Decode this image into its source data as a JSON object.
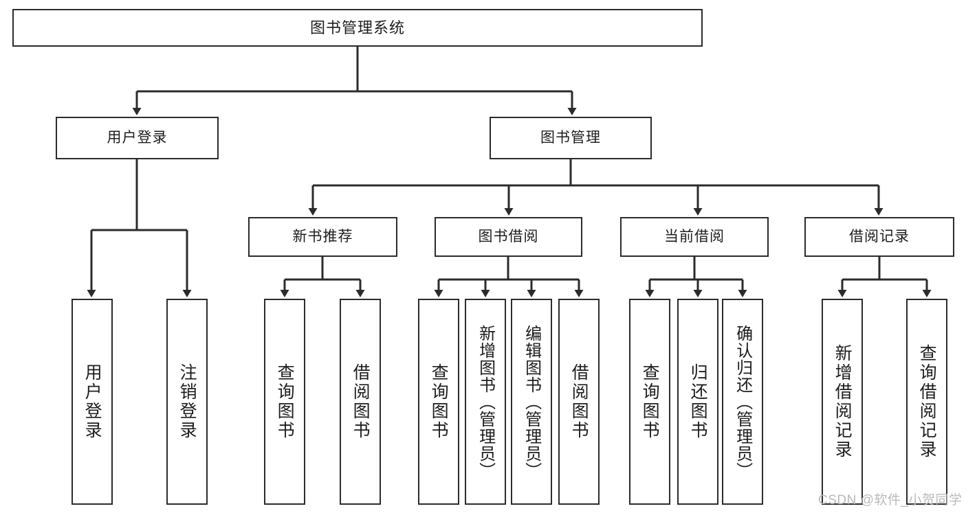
{
  "diagram": {
    "title": "图书管理系统",
    "type": "tree-hierarchy",
    "root": {
      "label": "图书管理系统"
    },
    "level1": [
      {
        "label": "用户登录"
      },
      {
        "label": "图书管理"
      }
    ],
    "level2": [
      {
        "label": "新书推荐"
      },
      {
        "label": "图书借阅"
      },
      {
        "label": "当前借阅"
      },
      {
        "label": "借阅记录"
      }
    ],
    "leaves": {
      "user_login": [
        {
          "label": "用户登录"
        },
        {
          "label": "注销登录"
        }
      ],
      "new_book_recommend": [
        {
          "label": "查询图书"
        },
        {
          "label": "借阅图书"
        }
      ],
      "book_borrow": [
        {
          "label": "查询图书"
        },
        {
          "label": "新增图书（管理员）"
        },
        {
          "label": "编辑图书（管理员）"
        },
        {
          "label": "借阅图书"
        }
      ],
      "current_borrow": [
        {
          "label": "查询图书"
        },
        {
          "label": "归还图书"
        },
        {
          "label": "确认归还（管理员）"
        }
      ],
      "borrow_record": [
        {
          "label": "新增借阅记录"
        },
        {
          "label": "查询借阅记录"
        }
      ]
    }
  },
  "watermark": {
    "text": "CSDN @软件_小贺同学"
  },
  "colors": {
    "stroke": "#2b2b2b",
    "box_fill": "#ffffff",
    "text": "#1d1d1d",
    "watermark": "#b9b9b9",
    "background": "#ffffff"
  }
}
